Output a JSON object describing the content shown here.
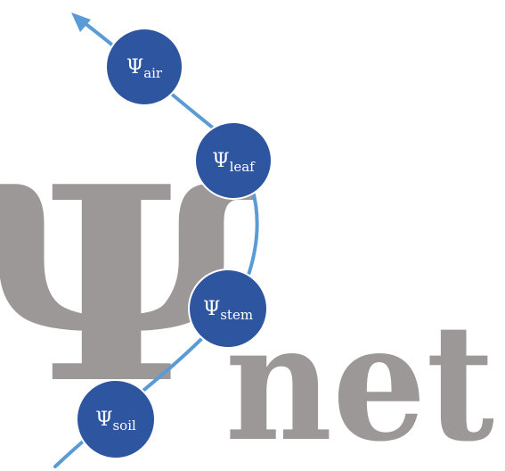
{
  "logo": {
    "symbol": "Ψ",
    "word": "net",
    "text_color": "#9d9898"
  },
  "flow": {
    "line_color": "#5b9bd5",
    "arrow_direction": "up"
  },
  "nodes": [
    {
      "symbol": "Ψ",
      "subscript": "air"
    },
    {
      "symbol": "Ψ",
      "subscript": "leaf"
    },
    {
      "symbol": "Ψ",
      "subscript": "stem"
    },
    {
      "symbol": "Ψ",
      "subscript": "soil"
    }
  ],
  "colors": {
    "node_fill": "#2e55a0",
    "node_stroke": "#ffffff",
    "node_text": "#ffffff"
  }
}
